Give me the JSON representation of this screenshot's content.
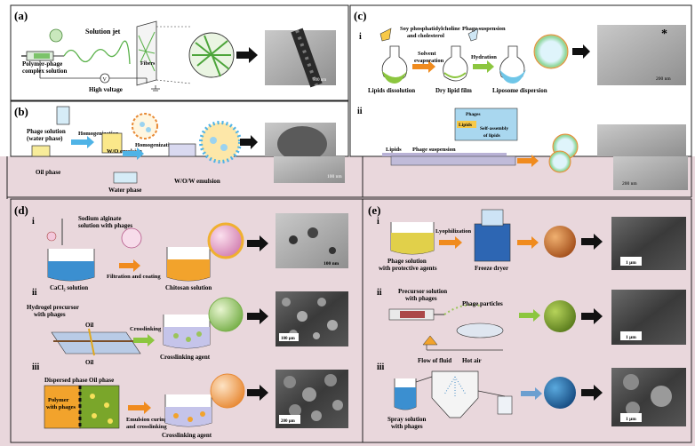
{
  "panels": {
    "a": {
      "letter": "(a)",
      "labels": {
        "polymer": "Polymer-phage",
        "polymer2": "complex solution",
        "jet": "Solution jet",
        "fibers": "Fibers",
        "voltage": "High voltage",
        "v": "V",
        "scale": "500 nm"
      }
    },
    "b": {
      "letter": "(b)",
      "labels": {
        "phage_solution": "Phage solution",
        "water_phase_paren": "(water phase)",
        "homogenization1": "Homogenization",
        "wo": "W/O emulsion",
        "homogenization2": "Homogenization",
        "oil_phase": "Oil phase",
        "water_phase": "Water phase",
        "wow": "W/O/W emulsion",
        "scale": "100 nm"
      }
    },
    "c": {
      "letter": "(c)",
      "sub_i": "i",
      "sub_ii": "ii",
      "labels": {
        "soy": "Soy phosphatidylcholine",
        "cholesterol": "and cholesterol",
        "phage_susp": "Phage suspension",
        "solvent": "Solvent",
        "evaporation": "evaporation",
        "hydration": "Hydration",
        "lipids_dissolution": "Lipids dissolution",
        "dry_film": "Dry lipid film",
        "liposome": "Liposome dispersion",
        "scale_i": "200 nm",
        "phages": "Phages",
        "lipids_tag": "Lipids",
        "self_assembly": "Self-assembly",
        "of_lipids": "of lipids",
        "lipids": "Lipids",
        "phage_susp2": "Phage suspension",
        "scale_ii": "200 nm",
        "star": "*"
      }
    },
    "d": {
      "letter": "(d)",
      "sub_i": "i",
      "sub_ii": "ii",
      "sub_iii": "iii",
      "labels": {
        "sodium": "Sodium alginate",
        "with_phages": "solution with phages",
        "cacl": "CaCl₂ solution",
        "filtration": "Filtration and coating",
        "chitosan": "Chitosan solution",
        "scale_i": "100 nm",
        "hydrogel": "Hydrogel precursor",
        "with_phages2": "with phages",
        "oil1": "Oil",
        "oil2": "Oil",
        "crosslinking": "Crosslinking",
        "crosslinking_agent": "Crosslinking agent",
        "scale_ii": "100 μm",
        "dispersed": "Dispersed phase",
        "oil_phase": "Oil phase",
        "polymer": "Polymer",
        "with_phages3": "with phages",
        "emulsion": "Emulsion curing",
        "and_cross": "and crosslinking",
        "crosslinking_agent2": "Crosslinking agent",
        "scale_iii": "200 μm"
      }
    },
    "e": {
      "letter": "(e)",
      "sub_i": "i",
      "sub_ii": "ii",
      "sub_iii": "iii",
      "labels": {
        "lyophilization": "Lyophilization",
        "phage_solution": "Phage solution",
        "protective": "with protective agents",
        "freeze": "Freeze dryer",
        "scale_i": "1 μm",
        "precursor": "Precursor solution",
        "with_phages": "with phages",
        "phage_particles": "Phage particles",
        "scale_ii": "1 μm",
        "flow": "Flow of fluid",
        "hot_air": "Hot air",
        "spray": "Spray solution",
        "with_phages2": "with phages",
        "scale_iii": "1 μm"
      }
    }
  },
  "colors": {
    "pink_bg": "#e9d7dc",
    "border": "#222222",
    "blue_arrow": "#4fb3e6",
    "orange_arrow": "#f08b1e",
    "green_arrow": "#8cc63f",
    "black_arrow": "#111111"
  }
}
